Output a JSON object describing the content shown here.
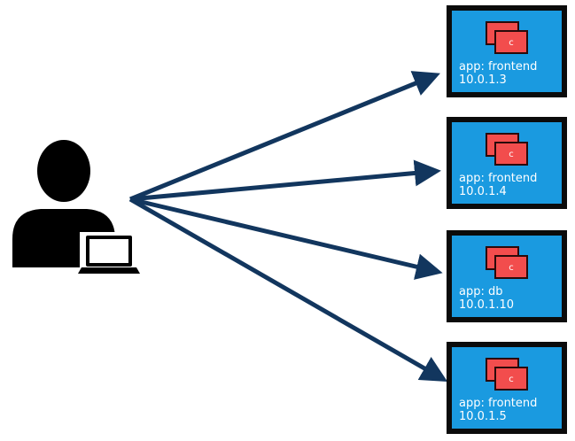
{
  "colors": {
    "pod_fill": "#1a9ae0",
    "pod_border": "#0b0b0b",
    "arrow": "#12365e",
    "container_fill": "#f24d4d",
    "container_stroke": "#2a0a0a",
    "user": "#000000"
  },
  "client": {
    "icon": "user-with-laptop-icon"
  },
  "pods": [
    {
      "app_label": "app: frontend",
      "ip": "10.0.1.3",
      "container_letter": "c"
    },
    {
      "app_label": "app: frontend",
      "ip": "10.0.1.4",
      "container_letter": "c"
    },
    {
      "app_label": "app: db",
      "ip": "10.0.1.10",
      "container_letter": "c"
    },
    {
      "app_label": "app: frontend",
      "ip": "10.0.1.5",
      "container_letter": "c"
    }
  ]
}
